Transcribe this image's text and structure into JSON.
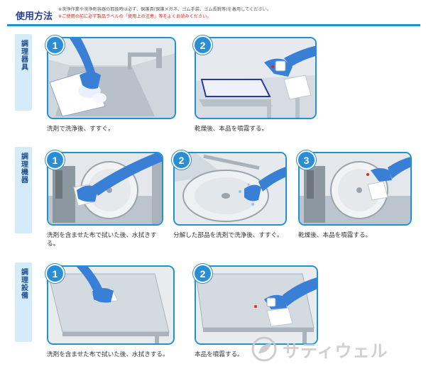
{
  "header": {
    "title": "使用方法",
    "note_general": "※洗浄作業や洗浄剤容器の取扱時は必ず、保護具(保護メガネ、ゴム手袋、ゴム長靴等)を着用してください。",
    "note_warning": "※ご使用の前に必ず製品ラベルの「使用上の注意」等をよくお読みください。"
  },
  "sections": [
    {
      "label": "調理器具",
      "steps": [
        {
          "num": "1",
          "caption": "洗剤で洗浄後、すすぐ。"
        },
        {
          "num": "2",
          "caption": "乾燥後、本品を噴霧する。"
        }
      ]
    },
    {
      "label": "調理機器",
      "steps": [
        {
          "num": "1",
          "caption": "洗剤を含ませた布で拭いた後、水拭きする。"
        },
        {
          "num": "2",
          "caption": "分解した部品を洗剤で洗浄後、すすぐ。"
        },
        {
          "num": "3",
          "caption": "乾燥後、本品を噴霧する。"
        }
      ]
    },
    {
      "label": "調理設備",
      "steps": [
        {
          "num": "1",
          "caption": "洗剤を含ませた布で拭いた後、水拭きする。"
        },
        {
          "num": "2",
          "caption": "本品を噴霧する。"
        }
      ]
    }
  ],
  "watermark": {
    "text": "サティウェル",
    "icon": "leaf-logo-icon"
  },
  "colors": {
    "accent": "#1f93d2",
    "title": "#2a3f8f",
    "warning": "#e2231a",
    "glove": "#3a7fd6",
    "tab": "#d4ebf8"
  }
}
